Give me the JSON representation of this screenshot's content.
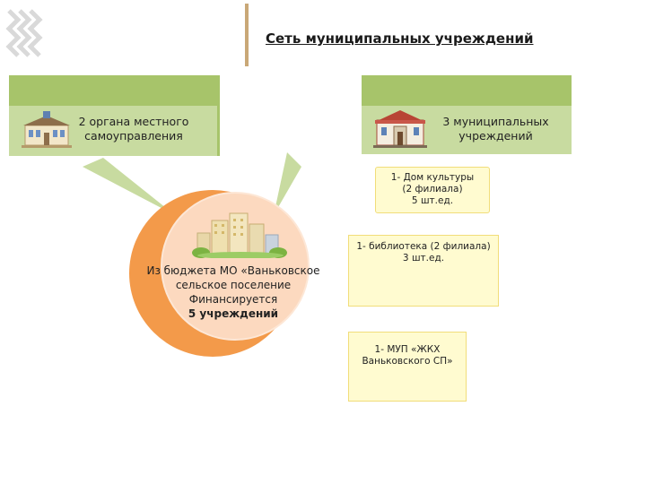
{
  "header": {
    "title": "Сеть муниципальных учреждений"
  },
  "left_box": {
    "line1": "2 органа местного",
    "line2": "самоуправления"
  },
  "right_box": {
    "line1": "3 муниципальных",
    "line2": "учреждений"
  },
  "center": {
    "line1": "Из бюджета МО «Ваньковское",
    "line2": "сельское поселение",
    "line3": "Финансируется",
    "line4": "5 учреждений"
  },
  "boxes": [
    {
      "line1": "1- Дом культуры",
      "line2": "(2 филиала)",
      "line3": "5 шт.ед."
    },
    {
      "line1": "1- библиотека (2 филиала)",
      "line2": "3 шт.ед."
    },
    {
      "line1": "1- МУП «ЖКХ",
      "line2": "Ваньковского СП»"
    }
  ],
  "colors": {
    "green_outer": "#a7c46a",
    "green_inner": "#c8dba0",
    "orange": "#f39a4a",
    "peach": "#fcd9bf",
    "yellow_fill": "#fffbd0",
    "yellow_border": "#f1dd7a"
  }
}
